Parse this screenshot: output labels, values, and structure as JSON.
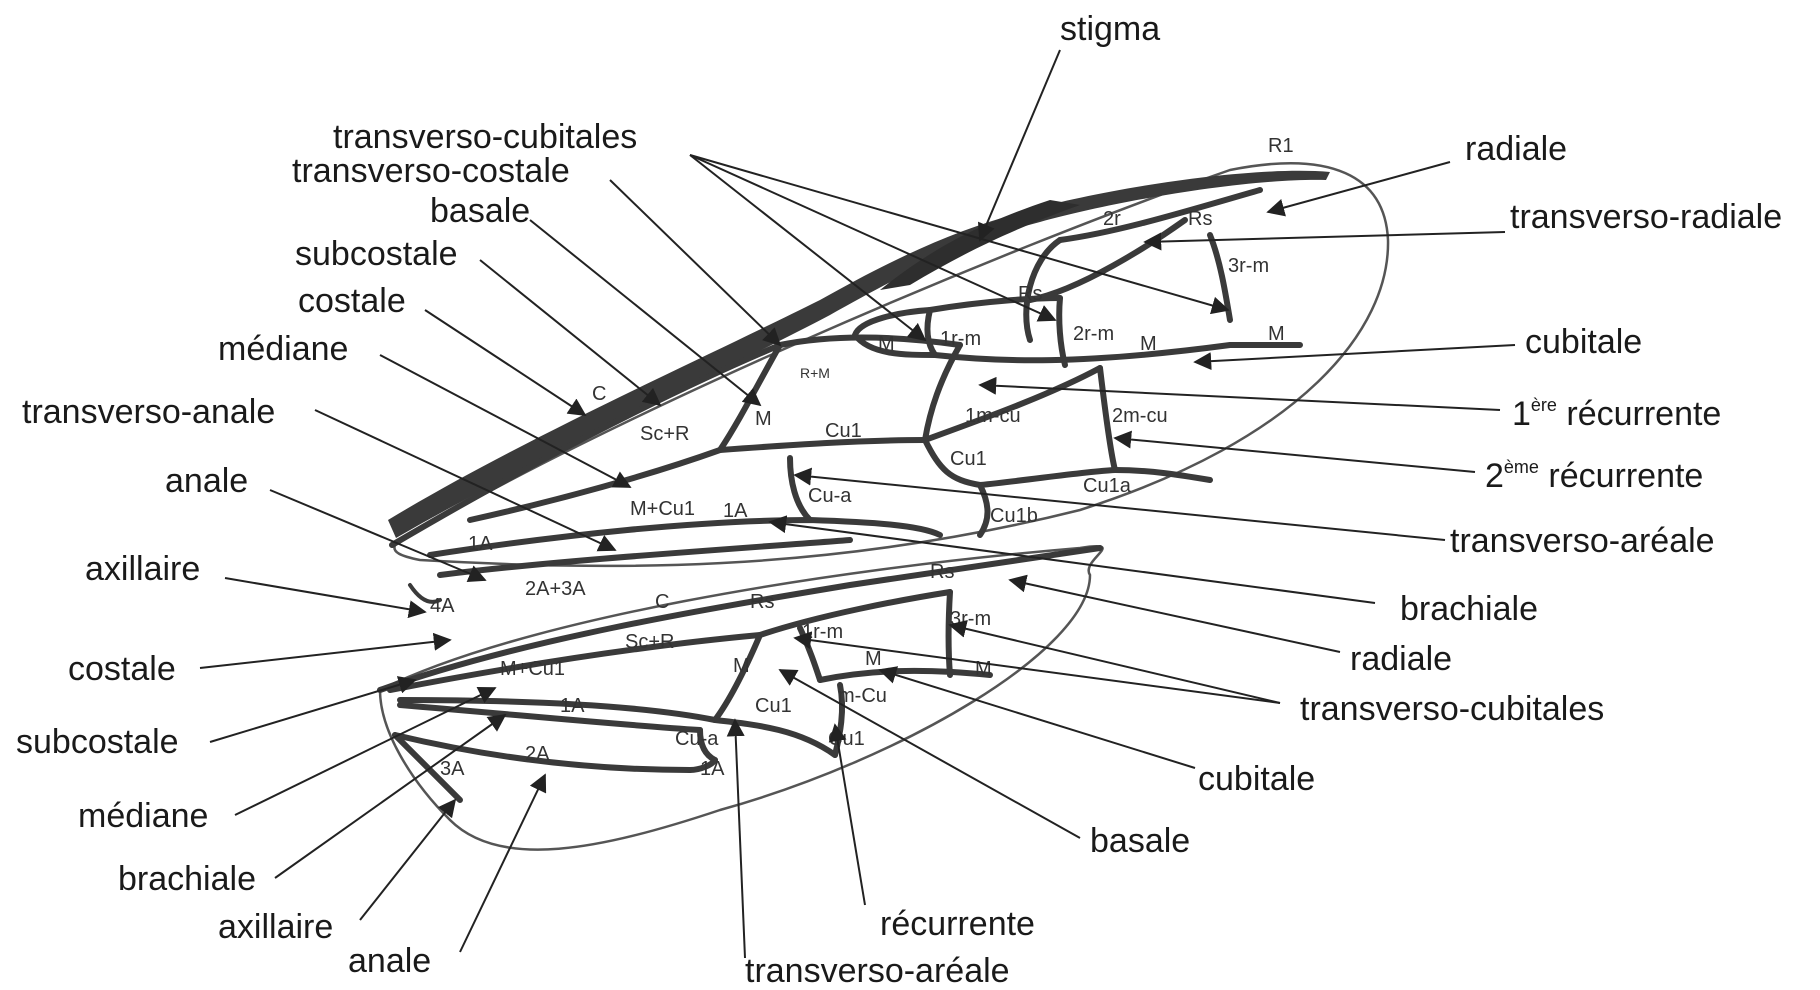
{
  "labels": {
    "stigma": "stigma",
    "transverso_cubitales_top": "transverso-cubitales",
    "transverso_costale": "transverso-costale",
    "basale_top": "basale",
    "subcostale_top": "subcostale",
    "costale_top": "costale",
    "mediane_top": "médiane",
    "transverso_anale": "transverso-anale",
    "anale_top": "anale",
    "axillaire_top": "axillaire",
    "costale_bottom": "costale",
    "subcostale_bottom": "subcostale",
    "mediane_bottom": "médiane",
    "brachiale_bottom": "brachiale",
    "axillaire_bottom": "axillaire",
    "anale_bottom": "anale",
    "transverso_areale_bottom": "transverso-aréale",
    "recurrente_bottom": "récurrente",
    "basale_bottom": "basale",
    "cubitale_bottom": "cubitale",
    "transverso_cubitales_bottom": "transverso-cubitales",
    "radiale_bottom": "radiale",
    "brachiale_right": "brachiale",
    "transverso_areale_right": "transverso-aréale",
    "recurrente2_num": "2",
    "recurrente2_sup": "ème",
    "recurrente2_word": " récurrente",
    "recurrente1_num": "1",
    "recurrente1_sup": "ère",
    "recurrente1_word": " récurrente",
    "cubitale_top": "cubitale",
    "transverso_radiale": "transverso-radiale",
    "radiale_top": "radiale"
  },
  "veins": {
    "R1": "R1",
    "two_r": "2r",
    "Rs_a": "Rs",
    "three_rm_a": "3r-m",
    "Rs_b": "Rs",
    "two_rm": "2r-m",
    "M_a": "M",
    "M_b": "M",
    "M_c": "M",
    "one_rm_a": "1r-m",
    "RM": "R+M",
    "C_a": "C",
    "ScR_a": "Sc+R",
    "M_d": "M",
    "Cu1_a": "Cu1",
    "one_mcu": "1m-cu",
    "two_mcu": "2m-cu",
    "Cu1_b": "Cu1",
    "Cu1a": "Cu1a",
    "Cu1b": "Cu1b",
    "MCu1_a": "M+Cu1",
    "Cua_a": "Cu-a",
    "oneA_a": "1A",
    "oneA_b": "1A",
    "twoA3A": "2A+3A",
    "fourA": "4A",
    "C_b": "C",
    "Rs_c": "Rs",
    "Rs_d": "Rs",
    "three_rm_b": "3r-m",
    "ScR_b": "Sc+R",
    "one_rm_b": "1r-m",
    "M_e": "M",
    "M_f": "M",
    "MCu1_b": "M+Cu1",
    "M_g": "M",
    "mCu": "m-Cu",
    "oneA_c": "1A",
    "Cu1_c": "Cu1",
    "Cua_b": "Cu-a",
    "Cu1_d": "Cu1",
    "threeA": "3A",
    "twoA": "2A",
    "oneA_d": "1A"
  }
}
